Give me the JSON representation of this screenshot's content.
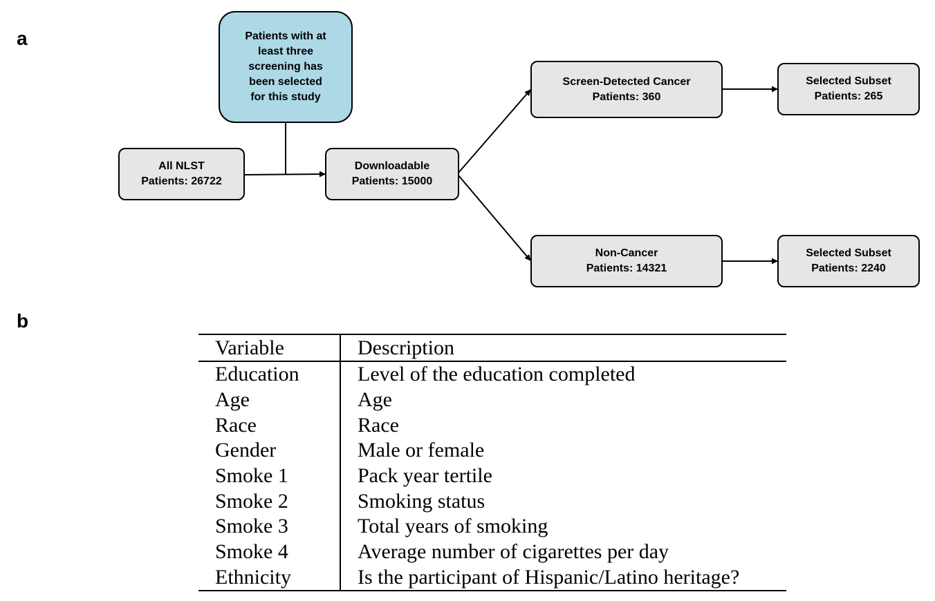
{
  "panels": {
    "a": "a",
    "b": "b"
  },
  "flowchart": {
    "all_nlst": {
      "line1": "All NLST",
      "line2": "Patients: 26722"
    },
    "criterion": {
      "line1": "Patients with at",
      "line2": "least three",
      "line3": "screening has",
      "line4": "been selected",
      "line5": "for this study"
    },
    "downloadable": {
      "line1": "Downloadable",
      "line2": "Patients: 15000"
    },
    "screen_detected": {
      "line1": "Screen-Detected Cancer",
      "line2": "Patients: 360"
    },
    "non_cancer": {
      "line1": "Non-Cancer",
      "line2": "Patients: 14321"
    },
    "subset_cancer": {
      "line1": "Selected Subset",
      "line2": "Patients: 265"
    },
    "subset_non_cancer": {
      "line1": "Selected Subset",
      "line2": "Patients: 2240"
    },
    "colors": {
      "box_fill": "#e6e6e6",
      "note_fill": "#add8e6",
      "stroke": "#000000"
    }
  },
  "table": {
    "headers": {
      "variable": "Variable",
      "description": "Description"
    },
    "rows": [
      {
        "variable": "Education",
        "description": "Level of the education completed"
      },
      {
        "variable": "Age",
        "description": "Age"
      },
      {
        "variable": "Race",
        "description": "Race"
      },
      {
        "variable": "Gender",
        "description": "Male or female"
      },
      {
        "variable": "Smoke 1",
        "description": "Pack year tertile"
      },
      {
        "variable": "Smoke 2",
        "description": "Smoking status"
      },
      {
        "variable": "Smoke 3",
        "description": "Total years of smoking"
      },
      {
        "variable": "Smoke 4",
        "description": "Average number of cigarettes per day"
      },
      {
        "variable": "Ethnicity",
        "description": "Is the participant of Hispanic/Latino heritage?"
      }
    ]
  }
}
